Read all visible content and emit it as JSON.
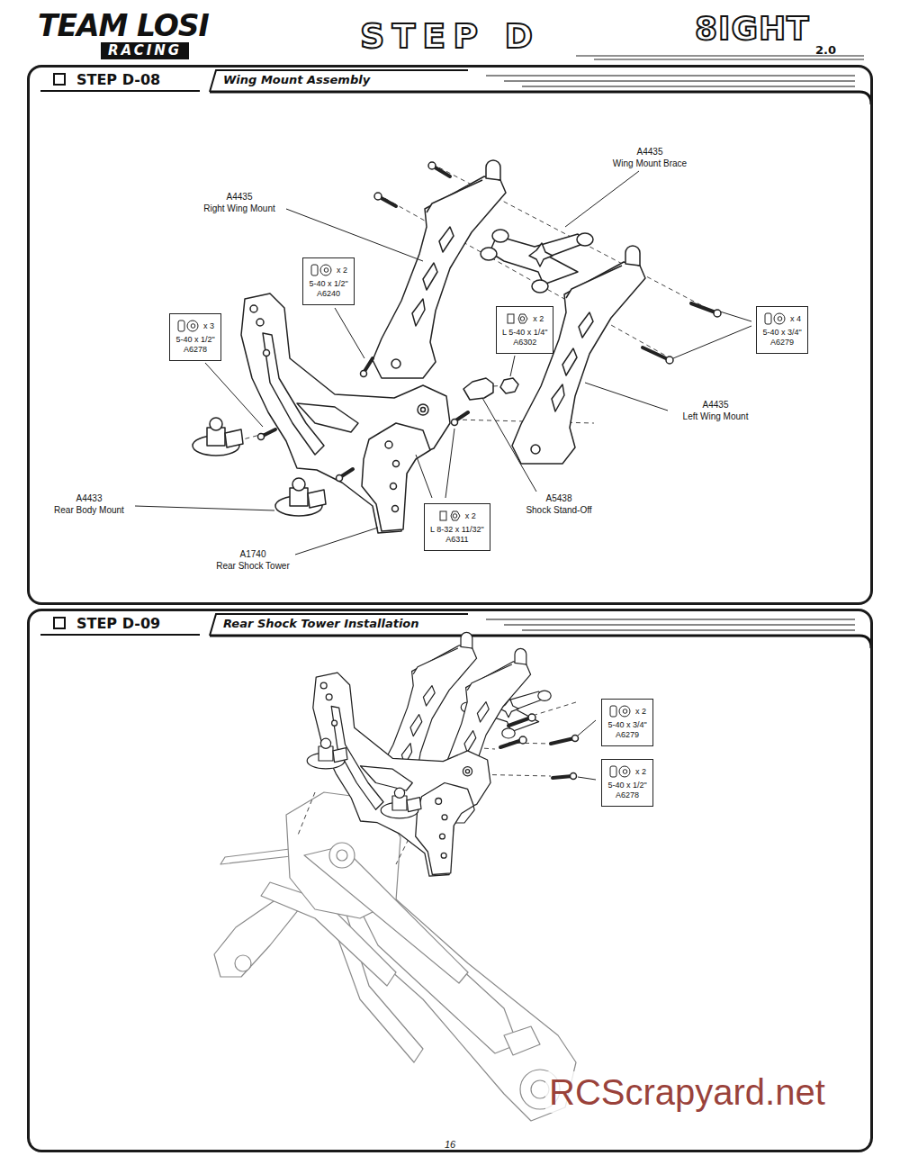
{
  "diagram": {
    "title": "STEP D",
    "nodes": [
      {
        "text": [
          "STEP D-08",
          "Wing Mount Assembly"
        ]
      },
      {
        "text": [
          "x 2",
          "5-40 x 1/2\"",
          "A6240"
        ],
        "in": 0
      },
      {
        "text": [
          "x 3",
          "5-40 x 1/2\"",
          "A6278"
        ],
        "in": 0
      },
      {
        "text": [
          "x 2",
          "L 5-40 x 1/4\"",
          "A6302"
        ],
        "in": 0
      },
      {
        "text": [
          "x 4",
          "5-40 x 3/4\"",
          "A6279"
        ],
        "in": 0
      },
      {
        "text": [
          "x 2",
          "L 8-32 x 11/32\"",
          "A6311"
        ],
        "in": 0
      },
      {
        "text": [
          "STEP D-09",
          "Rear Shock Tower Installation"
        ]
      },
      {
        "text": [
          "x 2",
          "5-40 x 3/4\"",
          "A6279"
        ],
        "in": 6
      },
      {
        "text": [
          "x 2",
          "5-40 x 1/2\"",
          "A6278"
        ],
        "in": 6
      }
    ],
    "labels": [
      "TEAM LOSI",
      "RACING",
      "8IGHT",
      "2.0",
      "A4435",
      "Wing Mount Brace",
      "A4435",
      "Right Wing Mount",
      "A4435",
      "Left Wing Mount",
      "A4433",
      "Rear Body Mount",
      "A1740",
      "Rear Shock Tower",
      "A5438",
      "Shock Stand-Off",
      "16",
      "RCScrapyard.net"
    ]
  }
}
